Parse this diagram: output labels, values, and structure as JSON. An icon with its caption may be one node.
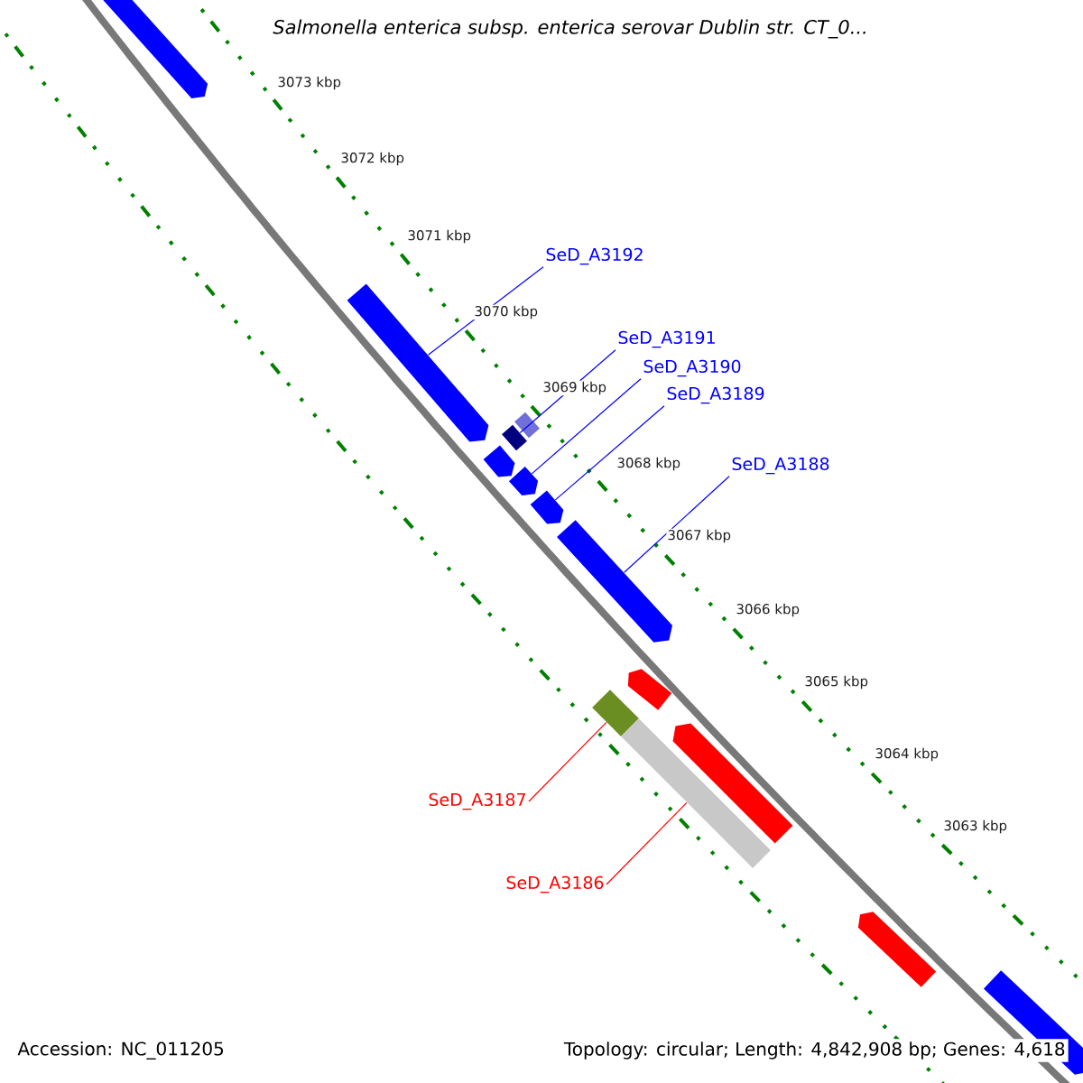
{
  "diagram": {
    "title": "Salmonella enterica subsp. enterica serovar Dublin str. CT_0...",
    "nodes": [
      {
        "text": [],
        "shape": "pentagon"
      },
      {
        "text": [],
        "shape": "pentagon"
      },
      {
        "text": [],
        "shape": "pentagon"
      },
      {
        "text": [],
        "shape": "box"
      },
      {
        "text": [],
        "shape": "pentagon"
      },
      {
        "text": [],
        "shape": "pentagon"
      },
      {
        "text": [],
        "shape": "pentagon"
      },
      {
        "text": [],
        "shape": "pentagon"
      },
      {
        "text": [],
        "shape": "box"
      },
      {
        "text": [],
        "shape": "pentagon"
      },
      {
        "text": [],
        "shape": "box"
      },
      {
        "text": [],
        "shape": "pentagon"
      },
      {
        "text": [],
        "shape": "pentagon"
      },
      {
        "text": [
          "SeD_A3192"
        ]
      },
      {
        "text": [
          "SeD_A3191"
        ]
      },
      {
        "text": [
          "SeD_A3190"
        ]
      },
      {
        "text": [
          "SeD_A3189"
        ]
      },
      {
        "text": [
          "SeD_A3188"
        ]
      },
      {
        "text": [
          "SeD_A3187"
        ]
      },
      {
        "text": [
          "SeD_A3186"
        ]
      }
    ],
    "edges": [
      {
        "from": 13,
        "to": 1,
        "arrow": "none"
      },
      {
        "from": 14,
        "to": 3,
        "arrow": "none"
      },
      {
        "from": 15,
        "to": 4,
        "arrow": "none"
      },
      {
        "from": 16,
        "to": 5,
        "arrow": "none"
      },
      {
        "from": 17,
        "to": 6,
        "arrow": "none"
      },
      {
        "from": 18,
        "to": 8,
        "arrow": "none",
        "color": "#ff0000"
      },
      {
        "from": 19,
        "to": 10,
        "arrow": "none",
        "color": "#ff0000"
      }
    ],
    "labels": [
      "3073 kbp",
      "3072 kbp",
      "3071 kbp",
      "3070 kbp",
      "3069 kbp",
      "3068 kbp",
      "3067 kbp",
      "3066 kbp",
      "3065 kbp",
      "3064 kbp",
      "3063 kbp",
      "Accession: NC_011205",
      "Topology: circular; Length: 4,842,908 bp; Genes: 4,618"
    ]
  }
}
